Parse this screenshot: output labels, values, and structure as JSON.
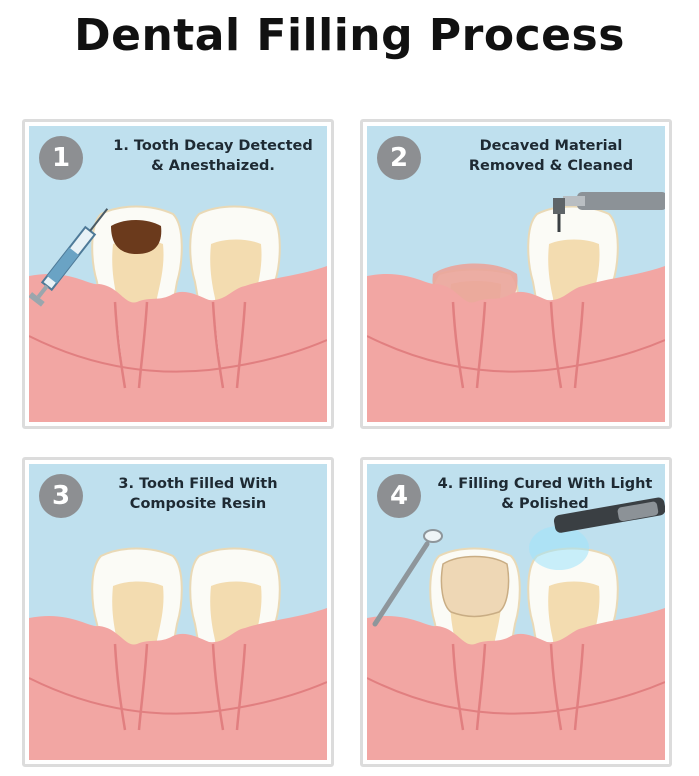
{
  "title": "Dental Filling Process",
  "panels": [
    {
      "number": "1",
      "caption": [
        "1. Tooth Decay Detected",
        "& Anesthaized."
      ]
    },
    {
      "number": "2",
      "caption": [
        "Decaved Material",
        "Removed & Cleaned"
      ]
    },
    {
      "number": "3",
      "caption": [
        "3. Tooth Filled With",
        "Composite Resin"
      ]
    },
    {
      "number": "4",
      "caption": [
        "4. Filling Cured With Light",
        "& Polished"
      ]
    }
  ],
  "colors": {
    "sky": "#bfe0ee",
    "gum": "#f2a6a3",
    "gum_dark": "#e17f80",
    "enamel": "#fbfbf6",
    "dentin": "#f3dcb0",
    "decay": "#6b3a1c",
    "composite": "#eed7b5",
    "badge": "#8d8f92"
  },
  "icons": [
    "syringe-icon",
    "dental-drill-icon",
    "dental-mirror-icon",
    "curing-light-icon"
  ]
}
